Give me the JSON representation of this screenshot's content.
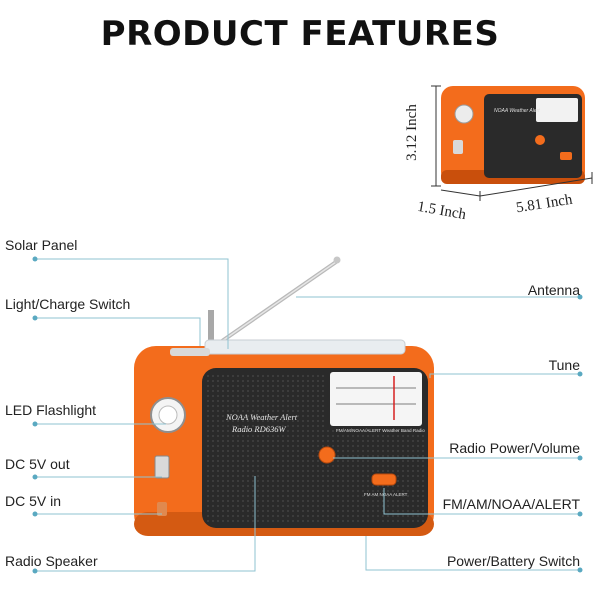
{
  "title": "PRODUCT FEATURES",
  "left_labels": [
    "Solar Panel",
    "Light/Charge Switch",
    "LED Flashlight",
    "DC 5V out",
    "DC 5V in",
    "Radio Speaker"
  ],
  "right_labels": [
    "Antenna",
    "Tune",
    "Radio Power/Volume",
    "FM/AM/NOAA/ALERT",
    "Power/Battery Switch"
  ],
  "dimensions": {
    "height": "3.12 Inch",
    "depth": "1.5 Inch",
    "width": "5.81 Inch"
  },
  "device": {
    "face_text_line1": "NOAA Weather Alert",
    "face_text_line2": "Radio RD636W",
    "dial_caption": "FM/AM/NOAA/ALERT Weather Band Radio",
    "switch_caption": "FM AM NOAA ALERT"
  },
  "colors": {
    "body": "#f36c1c",
    "body_dark": "#c94f0c",
    "panel": "#2a2a2a",
    "line": "#8fc3d2",
    "dot": "#5aa9c1"
  }
}
